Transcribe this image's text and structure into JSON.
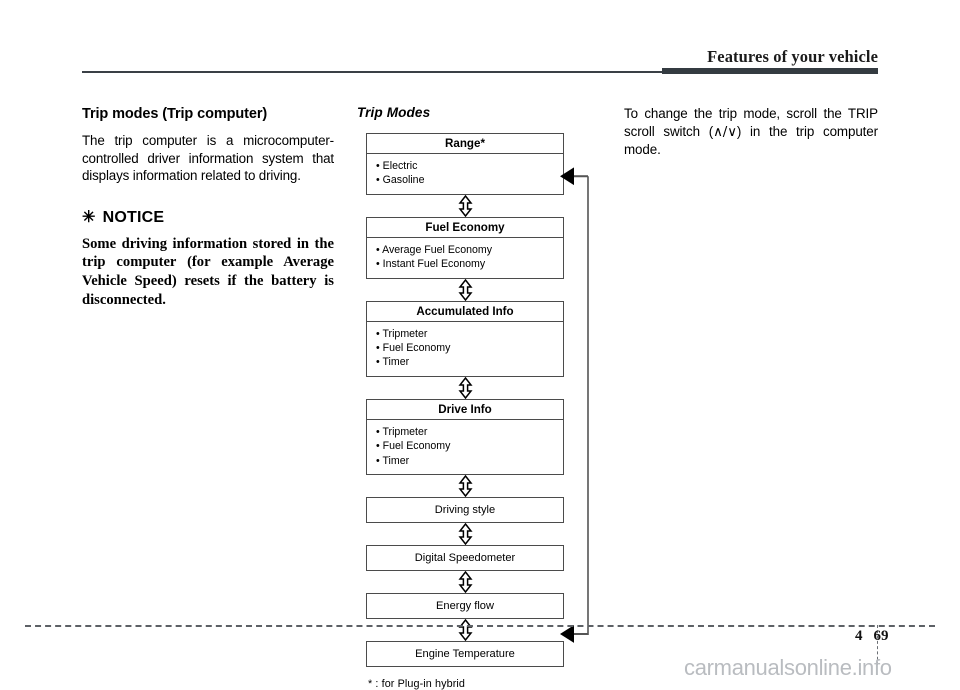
{
  "header": {
    "title": "Features of your vehicle"
  },
  "left": {
    "heading": "Trip modes (Trip computer)",
    "body": "The trip computer is a microcomputer-controlled driver information system that displays information related to driving.",
    "notice": {
      "star": "✳",
      "label": "NOTICE",
      "body": "Some driving information stored in the trip computer (for example Average Vehicle Speed) resets if the battery is disconnected."
    }
  },
  "diagram": {
    "title": "Trip Modes",
    "footnote": "* : for Plug-in hybrid",
    "connector_icon": "double-arrow-vertical",
    "loop_icon": "return-arrow",
    "boxes": [
      {
        "type": "titled",
        "title": "Range*",
        "items": [
          "Electric",
          "Gasoline"
        ]
      },
      {
        "type": "titled",
        "title": "Fuel Economy",
        "items": [
          "Average Fuel Economy",
          "Instant Fuel Economy"
        ]
      },
      {
        "type": "titled",
        "title": "Accumulated Info",
        "items": [
          "Tripmeter",
          "Fuel Economy",
          "Timer"
        ]
      },
      {
        "type": "titled",
        "title": "Drive Info",
        "items": [
          "Tripmeter",
          "Fuel Economy",
          "Timer"
        ]
      },
      {
        "type": "simple",
        "title": "Driving style"
      },
      {
        "type": "simple",
        "title": "Digital Speedometer"
      },
      {
        "type": "simple",
        "title": "Energy flow"
      },
      {
        "type": "simple",
        "title": "Engine Temperature"
      }
    ]
  },
  "right": {
    "body_part1": "To change the trip mode, scroll the TRIP scroll switch (",
    "symbol_up": "∧",
    "symbol_slash": "/",
    "symbol_down": "∨",
    "body_part2": ") in the trip computer mode."
  },
  "footer": {
    "chapter": "4",
    "folio": "69",
    "watermark": "carmanualsonline.info"
  }
}
